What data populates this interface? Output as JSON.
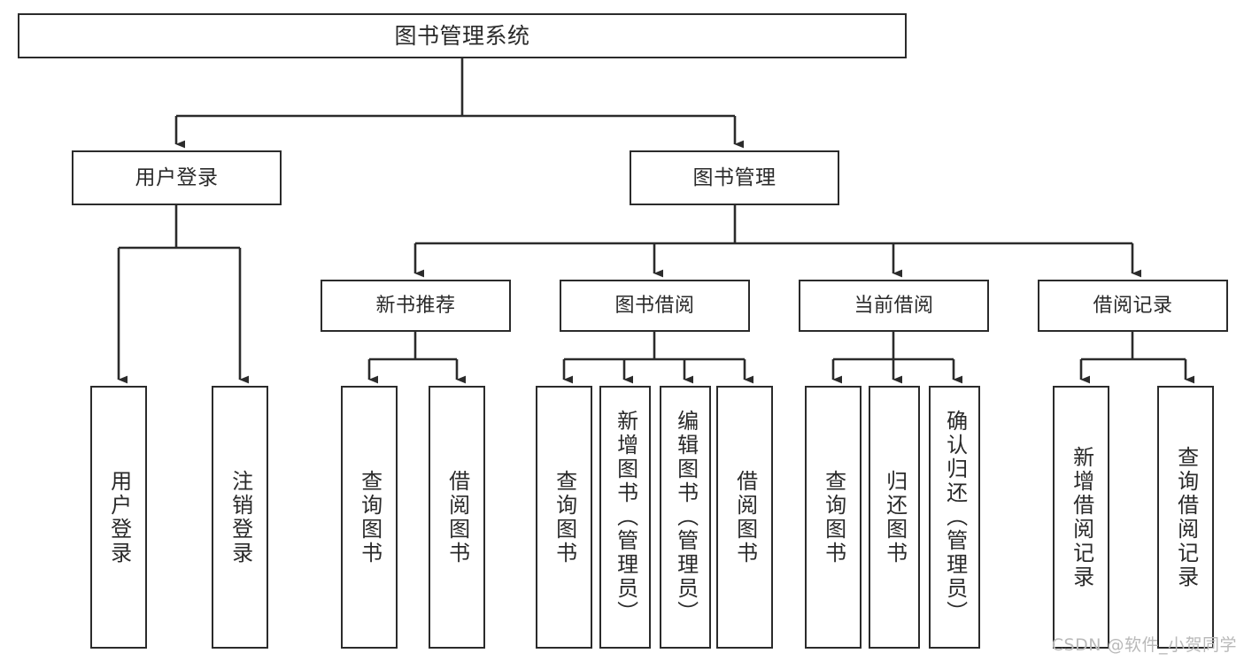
{
  "diagram": {
    "title": "图书管理系统",
    "type": "tree",
    "watermark": "CSDN @软件_小贺同学",
    "colors": {
      "box_border": "#2b2b2b",
      "box_fill": "#ffffff",
      "text": "#2a2a2a",
      "edge": "#2b2b2b",
      "watermark": "#b9b9b9",
      "background": "#ffffff"
    },
    "nodes": {
      "root": {
        "label": "图书管理系统"
      },
      "level2": [
        {
          "id": "user-login",
          "label": "用户登录"
        },
        {
          "id": "book-management",
          "label": "图书管理"
        }
      ],
      "level3": [
        {
          "id": "new-book-recommend",
          "label": "新书推荐"
        },
        {
          "id": "book-borrow",
          "label": "图书借阅"
        },
        {
          "id": "current-borrow",
          "label": "当前借阅"
        },
        {
          "id": "borrow-record",
          "label": "借阅记录"
        }
      ],
      "leaves": {
        "user-login": [
          {
            "id": "leaf-user-login",
            "label": "用户登录"
          },
          {
            "id": "leaf-user-logout",
            "label": "注销登录"
          }
        ],
        "new-book-recommend": [
          {
            "id": "leaf-query-book-1",
            "label": "查询图书"
          },
          {
            "id": "leaf-borrow-book-1",
            "label": "借阅图书"
          }
        ],
        "book-borrow": [
          {
            "id": "leaf-query-book-2",
            "label": "查询图书"
          },
          {
            "id": "leaf-add-book",
            "label": "新增图书（管理员）"
          },
          {
            "id": "leaf-edit-book",
            "label": "编辑图书（管理员）"
          },
          {
            "id": "leaf-borrow-book-2",
            "label": "借阅图书"
          }
        ],
        "current-borrow": [
          {
            "id": "leaf-query-book-3",
            "label": "查询图书"
          },
          {
            "id": "leaf-return-book",
            "label": "归还图书"
          },
          {
            "id": "leaf-confirm-return",
            "label": "确认归还（管理员）"
          }
        ],
        "borrow-record": [
          {
            "id": "leaf-add-record",
            "label": "新增借阅记录"
          },
          {
            "id": "leaf-query-record",
            "label": "查询借阅记录"
          }
        ]
      }
    }
  }
}
